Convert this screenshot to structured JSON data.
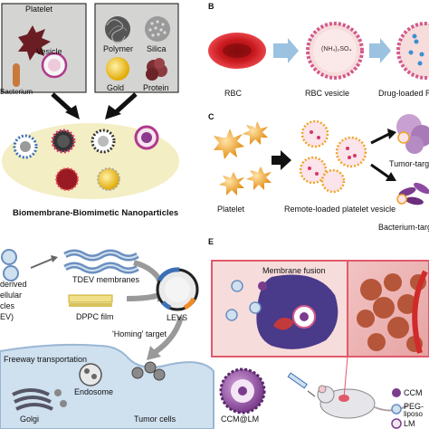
{
  "panelA": {
    "labels": [
      "Platelet",
      "Vesicle",
      "Bacterium",
      "Polymer",
      "Silica",
      "Gold",
      "Protein"
    ],
    "caption": "Biomembrane-Biomimetic Nanoparticles"
  },
  "panelB": {
    "letter": "B",
    "inner_text": "(NH₄)₂SO₄",
    "labels": [
      "RBC",
      "RBC vesicle",
      "Drug-loaded RI"
    ]
  },
  "panelC": {
    "letter": "C",
    "labels": [
      "Platelet",
      "Remote-loaded platelet vesicle",
      "Tumor-targe",
      "Bacterium-targ"
    ]
  },
  "panelD": {
    "labels": [
      "derived",
      "ellular",
      "cles",
      "EV)",
      "TDEV membranes",
      "DPPC film",
      "LEVS",
      "'Homing' target",
      "Freeway transportation",
      "Endosome",
      "Golgi",
      "Tumor cells"
    ]
  },
  "panelE": {
    "letter": "E",
    "labels": [
      "Membrane fusion",
      "CCM@LM",
      "CCM",
      "PEG-",
      "liposo",
      "LM"
    ]
  },
  "colors": {
    "grey_box": "#d4d4d2",
    "ellipse": "#f3eec4",
    "rbc": "#c8191e",
    "platelet": "#f0a326",
    "vesicle_pink": "#f2b8cf",
    "membrane_blue": "#6b8fbf",
    "fig_bg_pink": "#f7dcdc",
    "cell_blue": "#cfe0ef",
    "purple": "#7a3c8c"
  }
}
